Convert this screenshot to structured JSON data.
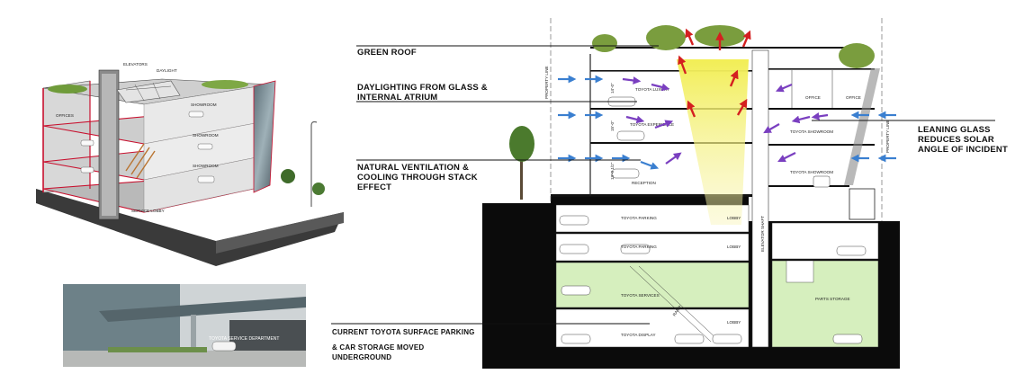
{
  "colors": {
    "arrow_blue": "#3a7fd0",
    "arrow_purple": "#7a3fc0",
    "arrow_red": "#d42020",
    "atrium_yellow": "#f4f07a",
    "underground_black": "#0b0b0b",
    "service_green": "#d6efbe",
    "accent_red": "#c8102e"
  },
  "callouts": {
    "green_roof": "GREEN ROOF",
    "daylighting_1": "DAYLIGHTING FROM GLASS &",
    "daylighting_2": "INTERNAL ATRIUM",
    "ventilation_1": "NATURAL VENTILATION &",
    "ventilation_2": "COOLING THROUGH STACK",
    "ventilation_3": "EFFECT",
    "leaning_1": "LEANING GLASS",
    "leaning_2": "REDUCES SOLAR",
    "leaning_3": "ANGLE OF INCIDENT",
    "parking_1": "CURRENT TOYOTA SURFACE PARKING",
    "parking_2": "& CAR STORAGE MOVED",
    "parking_3": "UNDERGROUND"
  },
  "section_labels": {
    "toyota_luxury": "TOYOTA LUXURY",
    "toyota_experience": "TOYOTA EXPERIENCE",
    "reception": "RECEPTION",
    "office_1": "OFFICE",
    "office_2": "OFFICE",
    "toyota_showroom_1": "TOYOTA SHOWROOM",
    "toyota_showroom_2": "TOYOTA SHOWROOM",
    "toyota_parking_1": "TOYOTA PARKING",
    "toyota_parking_2": "TOYOTA PARKING",
    "lobby_1": "LOBBY",
    "lobby_2": "LOBBY",
    "lobby_3": "LOBBY",
    "toyota_services": "TOYOTA SERVICES",
    "toyota_display": "TOYOTA DISPLAY",
    "parts_storage": "PARTS STORAGE",
    "elevator_shaft": "ELEVATOR SHAFT",
    "property_line_left": "PROPERTY LINE",
    "property_line_right": "PROPERTY LINE",
    "height_1": "14'-0\"",
    "height_2": "15'-0\"",
    "height_3": "13'-0 1/2\"",
    "ramp": "RAMP"
  },
  "axon_labels": {
    "elevators": "ELEVATORS",
    "daylight": "DAYLIGHT",
    "offices": "OFFICES",
    "showroom_1": "SHOWROOM",
    "showroom_2": "SHOWROOM",
    "showroom_3": "SHOWROOM",
    "service_lobby": "SERVICE LOBBY"
  },
  "photo": {
    "signage": "TOYOTA SERVICE DEPARTMENT"
  }
}
